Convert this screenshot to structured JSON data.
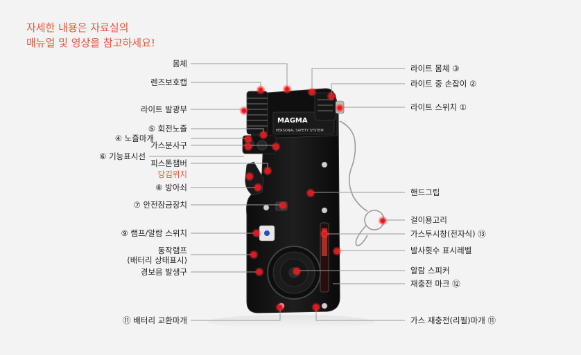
{
  "notice": {
    "line1": "자세한 내용은 자료실의",
    "line2": "매뉴얼 및 영상을 참고하세요!"
  },
  "device_text": {
    "brand": "MAGMA",
    "subtitle": "PERSONAL SAFETY SYSTEM"
  },
  "labels_left": [
    {
      "id": "body",
      "text": "몸체"
    },
    {
      "id": "lens-cap",
      "text": "렌즈보호캡"
    },
    {
      "id": "light-emitter",
      "text": "라이트 발광부"
    },
    {
      "id": "rotating-nozzle",
      "text": "⑤ 회전노즐"
    },
    {
      "id": "nozzle-cap",
      "text": "④ 노즐마개"
    },
    {
      "id": "gas-outlet",
      "text": "가스분사구"
    },
    {
      "id": "function-line",
      "text": "⑥ 기능표시선"
    },
    {
      "id": "piston-chamber",
      "text": "피스톤챔버"
    },
    {
      "id": "pull-position",
      "text": "당김위치"
    },
    {
      "id": "trigger",
      "text": "⑧ 방아쇠"
    },
    {
      "id": "safety-lock",
      "text": "⑦ 안전잠금장치"
    },
    {
      "id": "lamp-switch",
      "text": "⑨ 램프/알람 스위치"
    },
    {
      "id": "operation-lamp-1",
      "text": "동작램프"
    },
    {
      "id": "operation-lamp-2",
      "text": "(배터리 상태표시)"
    },
    {
      "id": "alarm-outlet",
      "text": "경보음 발생구"
    },
    {
      "id": "battery-cover",
      "text": "⑪ 배터리 교환마개"
    }
  ],
  "labels_right": [
    {
      "id": "light-body",
      "text": "라이트 몸체 ③"
    },
    {
      "id": "light-handle",
      "text": "라이트 중 손잡이 ②"
    },
    {
      "id": "light-switch",
      "text": "라이트 스위치  ①"
    },
    {
      "id": "handgrip",
      "text": "핸드그립"
    },
    {
      "id": "hanging-ring",
      "text": "걸이용고리"
    },
    {
      "id": "gas-window",
      "text": "가스투시창(전자식) ⑬"
    },
    {
      "id": "shot-level",
      "text": "발사횟수 표시레벨"
    },
    {
      "id": "alarm-speaker",
      "text": "알람 스피커"
    },
    {
      "id": "refill-mark",
      "text": "재충전 마크 ⑫"
    },
    {
      "id": "gas-refill-cover",
      "text": "가스 재충전(리필)마개 ⑪"
    }
  ],
  "colors": {
    "accent": "#e8543c",
    "dot": "#e8141c",
    "device": "#141414",
    "line": "#9a9a9a"
  }
}
